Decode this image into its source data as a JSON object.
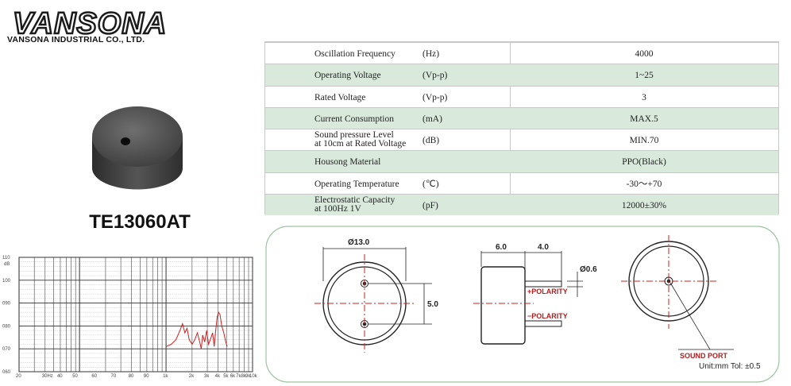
{
  "brand": {
    "logo_text": "VANSONA",
    "company": "VANSONA INDUSTRIAL CO., LTD."
  },
  "product": {
    "model": "TE13060AT",
    "image_icon": "buzzer-photo"
  },
  "specs": [
    {
      "name": "Oscillation Frequency",
      "unit": "(Hz)",
      "value": "4000"
    },
    {
      "name": "Operating Voltage",
      "unit": "(Vp-p)",
      "value": "1~25"
    },
    {
      "name": "Rated Voltage",
      "unit": "(Vp-p)",
      "value": "3"
    },
    {
      "name": "Current Consumption",
      "unit": "(mA)",
      "value": "MAX.5"
    },
    {
      "name": "Sound pressure Level\nat 10cm at Rated Voltage",
      "unit": "(dB)",
      "value": "MIN.70"
    },
    {
      "name": "Housong Material",
      "unit": "",
      "value": "PPO(Black)"
    },
    {
      "name": "Operating Temperature",
      "unit": "(℃)",
      "value": "-30～+70"
    },
    {
      "name": "Electrostatic Capacity\nat 100Hz 1V",
      "unit": "(pF)",
      "value": "12000±30%"
    }
  ],
  "colors": {
    "row_alt": "#d9eadc",
    "curve": "#cc1f1f",
    "center_line": "#cc1f1f",
    "drawing_frame": "#9bc49f"
  },
  "chart_data": {
    "type": "line",
    "title": "",
    "xlabel": "",
    "ylabel": "dB",
    "x_scale": "log",
    "xlim": [
      20,
      10000
    ],
    "ylim": [
      60,
      110
    ],
    "y_ticks": [
      "110",
      "100",
      "090",
      "080",
      "070",
      "060"
    ],
    "x_ticks": [
      "20",
      "30Hz",
      "40",
      "50",
      "60",
      "70",
      "80",
      "90",
      "1k",
      "2k",
      "3k",
      "4k",
      "5k",
      "6k",
      "7k",
      "8k",
      "9k",
      "10k"
    ],
    "series": [
      {
        "values": [
          [
            1000,
            71
          ],
          [
            1150,
            72
          ],
          [
            1300,
            74
          ],
          [
            1450,
            78
          ],
          [
            1550,
            81
          ],
          [
            1650,
            77
          ],
          [
            1750,
            79
          ],
          [
            1850,
            74
          ],
          [
            2000,
            72
          ],
          [
            2150,
            74
          ],
          [
            2300,
            77
          ],
          [
            2450,
            73
          ],
          [
            2550,
            70
          ],
          [
            2650,
            76
          ],
          [
            2800,
            73
          ],
          [
            2950,
            78
          ],
          [
            3100,
            72
          ],
          [
            3250,
            74
          ],
          [
            3450,
            77
          ],
          [
            3600,
            71
          ],
          [
            3750,
            78
          ],
          [
            3900,
            84
          ],
          [
            4050,
            86
          ],
          [
            4200,
            85
          ],
          [
            4400,
            80
          ],
          [
            4650,
            77
          ],
          [
            4900,
            73
          ],
          [
            5100,
            71
          ]
        ]
      }
    ]
  },
  "drawing": {
    "diameter_label": "Ø13.0",
    "pin_spacing_label": "5.0",
    "height_label": "6.0",
    "pin_length_label": "4.0",
    "pin_dia_label": "Ø0.6",
    "plus_label": "+POLARITY",
    "minus_label": "−POLARITY",
    "sound_port_label": "SOUND PORT",
    "unit_note": "Unit:mm  Tol: ±0.5"
  }
}
